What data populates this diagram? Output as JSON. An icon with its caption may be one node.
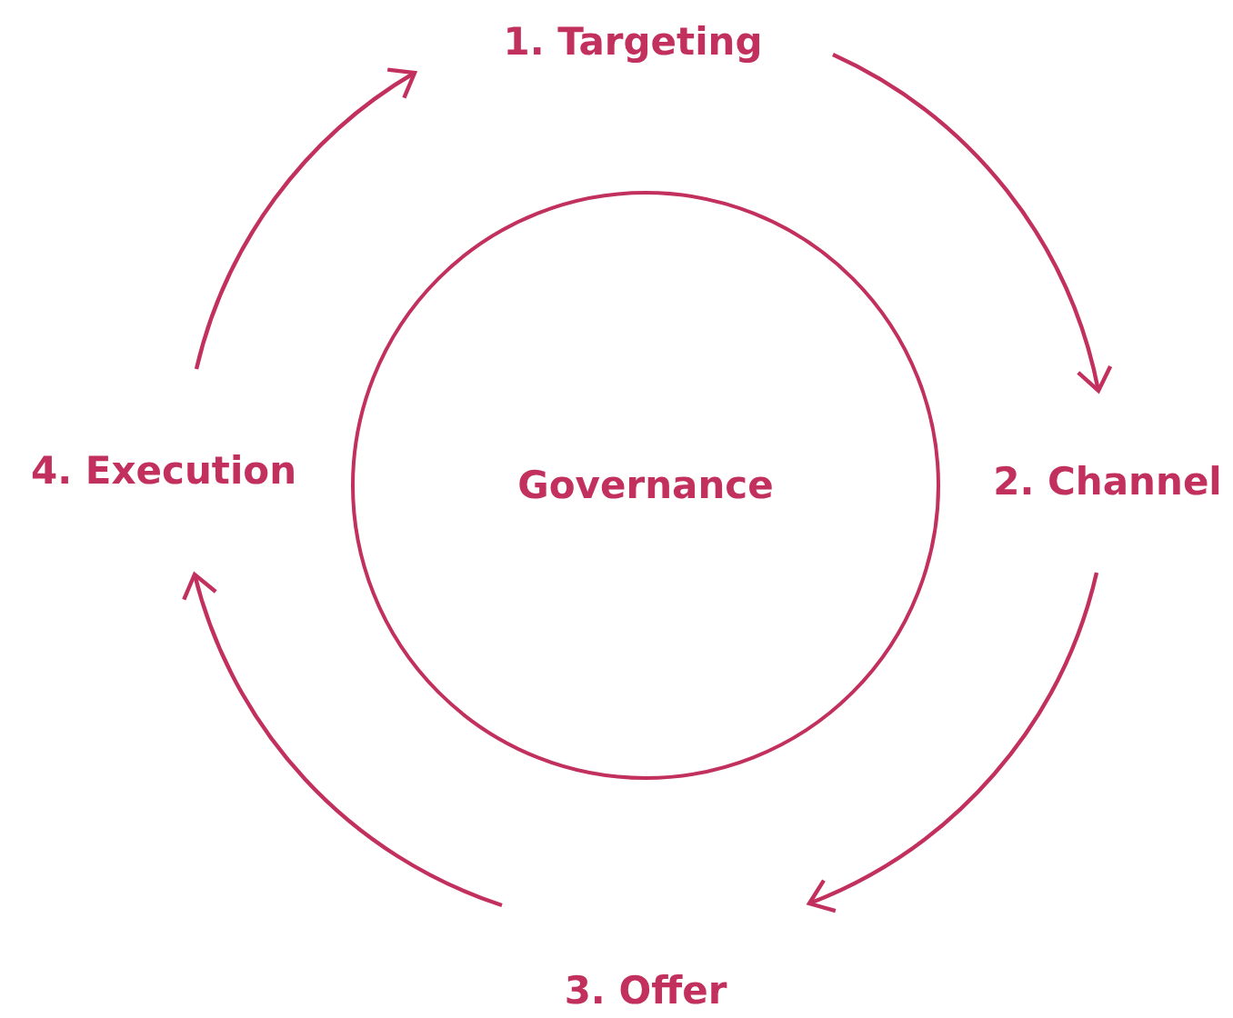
{
  "diagram": {
    "nodes": [
      {
        "text": [
          "1. Targeting"
        ]
      },
      {
        "text": [
          "2. Channel"
        ]
      },
      {
        "text": [
          "3. Offer"
        ]
      },
      {
        "text": [
          "4. Execution"
        ]
      },
      {
        "text": [
          "Governance"
        ]
      }
    ],
    "edges": [
      {
        "from": 0,
        "to": 1,
        "arrow": "to"
      },
      {
        "from": 1,
        "to": 2,
        "arrow": "to"
      },
      {
        "from": 2,
        "to": 3,
        "arrow": "to"
      },
      {
        "from": 3,
        "to": 0,
        "arrow": "to"
      }
    ]
  }
}
